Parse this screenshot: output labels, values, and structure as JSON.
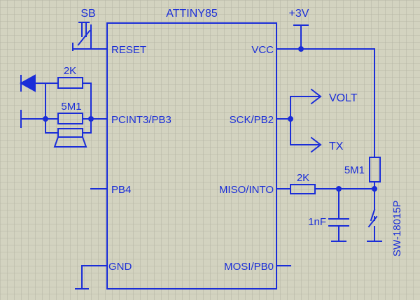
{
  "ic": {
    "name": "ATTINY85",
    "pins_left": [
      "RESET",
      "PCINT3/PB3",
      "PB4",
      "GND"
    ],
    "pins_right": [
      "VCC",
      "SCK/PB2",
      "MISO/INTO",
      "MOSI/PB0"
    ]
  },
  "labels": {
    "supply": "+3V",
    "switch": "SB",
    "resistor_led": "2K",
    "resistor_piezo": "5M1",
    "resistor_miso": "2K",
    "resistor_sensor": "5M1",
    "capacitor": "1nF",
    "sensor": "SW-18015P",
    "volt": "VOLT",
    "tx": "TX"
  },
  "colors": {
    "background": "#d3d3c0",
    "grid": "#b4b4a4",
    "wire": "#1a2dd8"
  }
}
